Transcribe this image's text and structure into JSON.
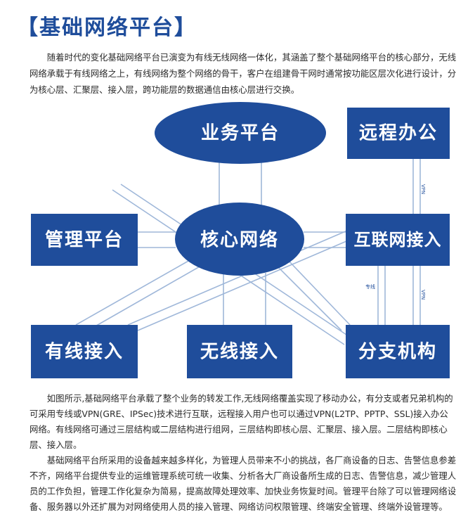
{
  "title": "【基础网络平台】",
  "intro": "随着时代的变化基础网络平台已演变为有线无线网络一体化，其涵盖了整个基础网络平台的核心部分，无线网络承载于有线网络之上，有线网络为整个网络的骨干，客户在组建骨干网时通常按功能区层次化进行设计，分为核心层、汇聚层、接入层，跨功能层的数据通信由核心层进行交换。",
  "diagram": {
    "nodes": {
      "business": "业务平台",
      "remote": "远程办公",
      "mgmt": "管理平台",
      "core": "核心网络",
      "interconnect": "互联网接入",
      "wired": "有线接入",
      "wireless": "无线接入",
      "branch": "分支机构"
    },
    "labels": {
      "vpn_top": "VPN",
      "dedicated": "专线",
      "vpn_bottom": "VPN"
    },
    "colors": {
      "primary": "#1f4d9b",
      "line": "#9fb7d9"
    }
  },
  "para2": "如图所示,基础网络平台承载了整个业务的转发工作,无线网络覆盖实现了移动办公，有分支或者兄弟机构的可采用专线或VPN(GRE、IPSec)技术进行互联，远程接入用户也可以通过VPN(L2TP、PPTP、SSL)接入办公网络。有线网络可通过三层结构或二层结构进行组网，三层结构即核心层、汇聚层、接入层。二层结构即核心层、接入层。",
  "para3": "基础网络平台所采用的设备越来越多样化，为管理人员带来不小的挑战，各厂商设备的日志、告警信息参差不齐，网络平台提供专业的运维管理系统可统一收集、分析各大厂商设备所生成的日志、告警信息，减少管理人员的工作负担，管理工作化复杂为简易，提高故障处理效率、加快业务恢复时间。管理平台除了可以管理网络设备、服务器以外还扩展为对网络使用人员的接入管理、网络访问权限管理、终端安全管理、终端外设管理等。"
}
